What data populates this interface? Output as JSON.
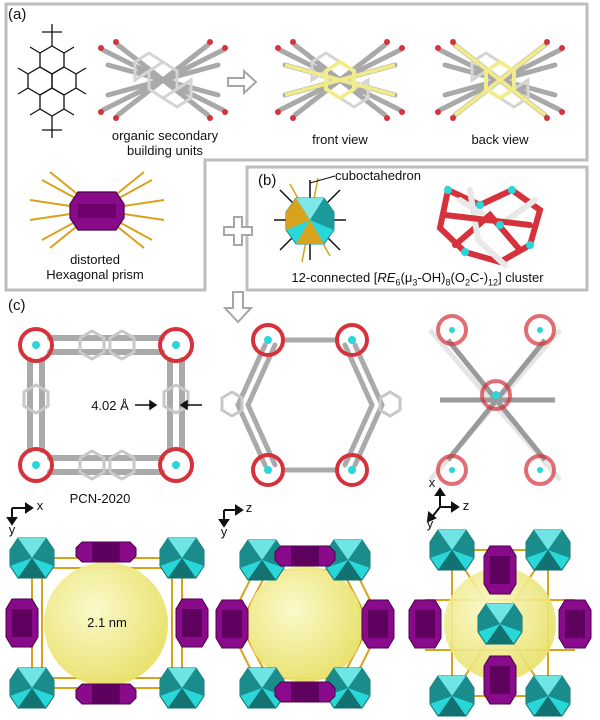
{
  "panel_a": {
    "label": "(a)",
    "caption_sbu_line1": "organic secondary",
    "caption_sbu_line2": "building units",
    "caption_front": "front view",
    "caption_back": "back view",
    "caption_prism_line1": "distorted",
    "caption_prism_line2": "Hexagonal prism"
  },
  "panel_b": {
    "label": "(b)",
    "caption_cubo": "cuboctahedron",
    "cluster_prefix": "12-connected [",
    "cluster_re": "RE",
    "cluster_sub6": "6",
    "cluster_mid1": "(μ",
    "cluster_sub3": "3",
    "cluster_mid2": "-OH)",
    "cluster_sub8": "8",
    "cluster_mid3": "(O",
    "cluster_sub2": "2",
    "cluster_mid4": "C-)",
    "cluster_sub12": "12",
    "cluster_suffix": "] cluster"
  },
  "panel_c": {
    "label": "(c)",
    "distance": "4.02 Å",
    "framework_name": "PCN-2020",
    "pore_size": "2.1 nm",
    "axes1": {
      "h": "x",
      "v": "y"
    },
    "axes2": {
      "h": "z",
      "v": "y"
    },
    "axes3": {
      "top": "x",
      "h": "z",
      "v": "y"
    }
  },
  "colors": {
    "frame_gray": "#b8b8b8",
    "cyan": "#29d6d8",
    "teal_dark": "#1a8c8c",
    "purple": "#8a0a8c",
    "gold": "#d9a21c",
    "yellow_sphere": "#f2ee86",
    "highlight_yellow": "#f4ee8a",
    "oxygen_red": "#d6323c",
    "stick_gray": "#a9a9a9"
  }
}
